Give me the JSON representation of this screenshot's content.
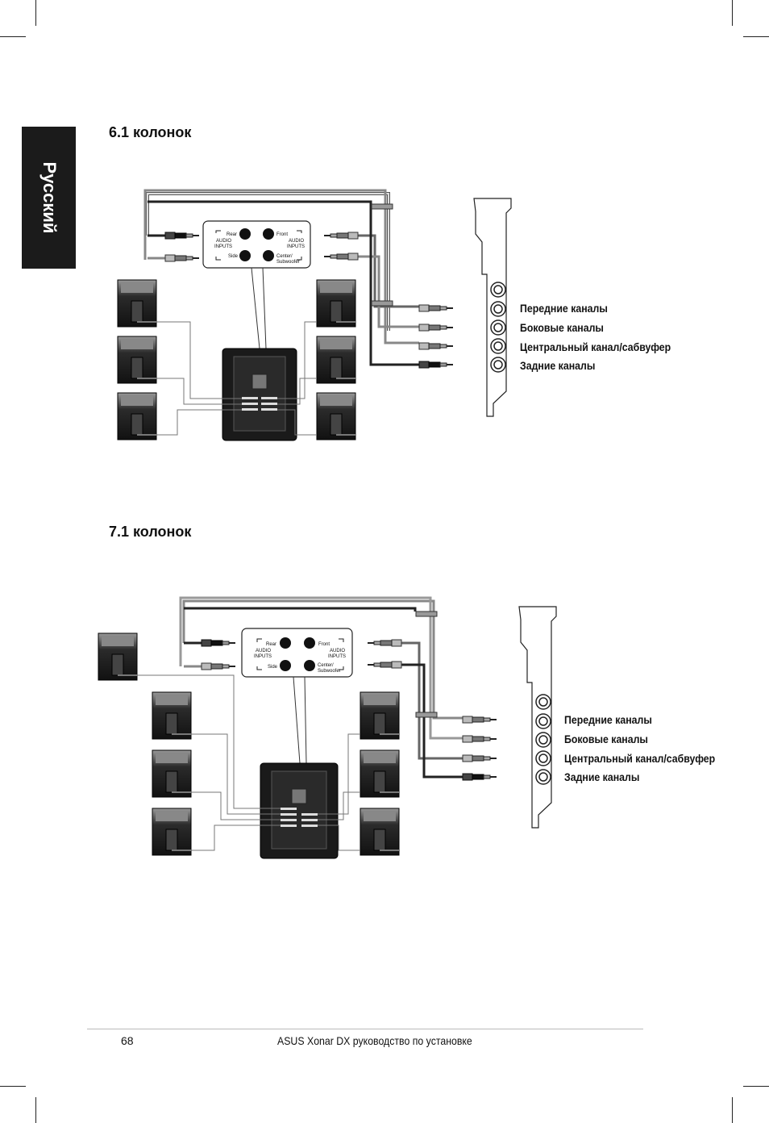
{
  "sidebar": {
    "language_tab": "Русский"
  },
  "section_6_1": {
    "title": "6.1 колонок",
    "speaker_inputs": {
      "rear": "Rear",
      "front": "Front",
      "side": "Side",
      "center": "Center/",
      "subwoofer": "Subwoofer",
      "audio": "AUDIO",
      "inputs": "INPUTS"
    },
    "card_labels": [
      "Передние каналы",
      "Боковые каналы",
      "Центральный канал/сабвуфер",
      "Задние каналы"
    ]
  },
  "section_7_1": {
    "title": "7.1 колонок",
    "speaker_inputs": {
      "rear": "Rear",
      "front": "Front",
      "side": "Side",
      "center": "Center/",
      "subwoofer": "Subwoofer",
      "audio": "AUDIO",
      "inputs": "INPUTS"
    },
    "card_labels": [
      "Передние каналы",
      "Боковые каналы",
      "Центральный канал/сабвуфер",
      "Задние каналы"
    ]
  },
  "footer": {
    "page_number": "68",
    "title": "ASUS Xonar DX руководство по установке"
  }
}
